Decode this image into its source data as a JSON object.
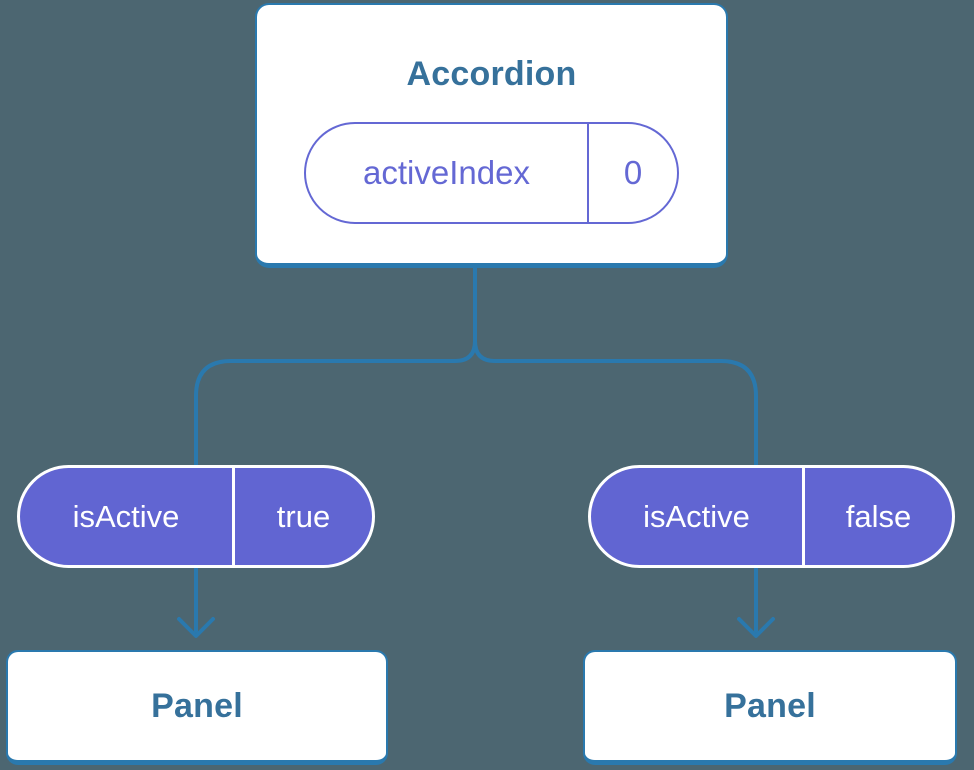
{
  "tree": {
    "root": {
      "title": "Accordion",
      "state": {
        "name": "activeIndex",
        "value": "0"
      }
    },
    "props": [
      {
        "name": "isActive",
        "value": "true"
      },
      {
        "name": "isActive",
        "value": "false"
      }
    ],
    "children": [
      {
        "title": "Panel"
      },
      {
        "title": "Panel"
      }
    ]
  },
  "icons": {
    "arrowhead": "arrow-down"
  },
  "colors": {
    "bg": "#4C6671",
    "stroke": "#2A79AE",
    "heading": "#36719B",
    "purple": "#6165D2",
    "purpleOutline": "#6468D4",
    "nodeBg": "#FFFFFF",
    "pillText": "#FFFFFF"
  }
}
